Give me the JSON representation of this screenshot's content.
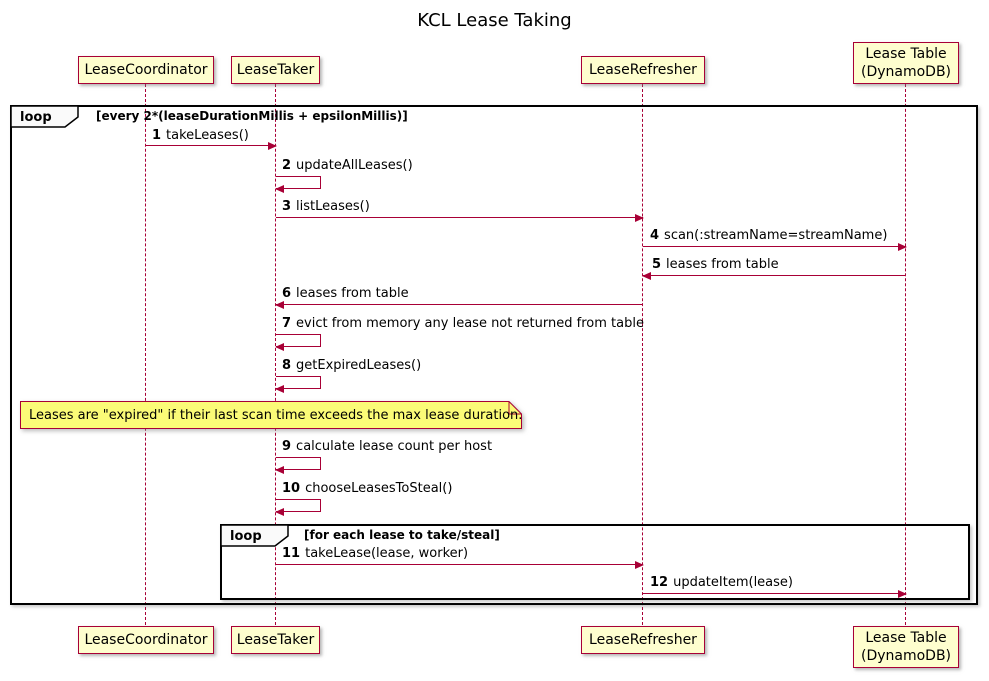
{
  "title": "KCL Lease Taking",
  "participants": [
    {
      "label": "LeaseCoordinator"
    },
    {
      "label": "LeaseTaker"
    },
    {
      "label": "LeaseRefresher"
    },
    {
      "label": "Lease Table",
      "label2": "(DynamoDB)"
    }
  ],
  "frames": {
    "outer": {
      "operator": "loop",
      "guard": "[every 2*(leaseDurationMillis + epsilonMillis)]"
    },
    "inner": {
      "operator": "loop",
      "guard": "[for each lease to take/steal]"
    }
  },
  "note": {
    "text": "Leases are \"expired\" if their last scan time exceeds the max lease duration."
  },
  "messages": [
    {
      "num": "1",
      "label": "takeLeases()"
    },
    {
      "num": "2",
      "label": "updateAllLeases()"
    },
    {
      "num": "3",
      "label": "listLeases()"
    },
    {
      "num": "4",
      "label": "scan(:streamName=streamName)"
    },
    {
      "num": "5",
      "label": "leases from table"
    },
    {
      "num": "6",
      "label": "leases from table"
    },
    {
      "num": "7",
      "label": "evict from memory any lease not returned from table"
    },
    {
      "num": "8",
      "label": "getExpiredLeases()"
    },
    {
      "num": "9",
      "label": "calculate lease count per host"
    },
    {
      "num": "10",
      "label": "chooseLeasesToSteal()"
    },
    {
      "num": "11",
      "label": "takeLease(lease, worker)"
    },
    {
      "num": "12",
      "label": "updateItem(lease)"
    }
  ],
  "colors": {
    "participant_fill": "#FEFECE",
    "participant_border": "#A80036",
    "arrow": "#A80036",
    "lifeline": "#A80036",
    "note_fill": "#FBFB77",
    "frame_border": "#000000"
  }
}
